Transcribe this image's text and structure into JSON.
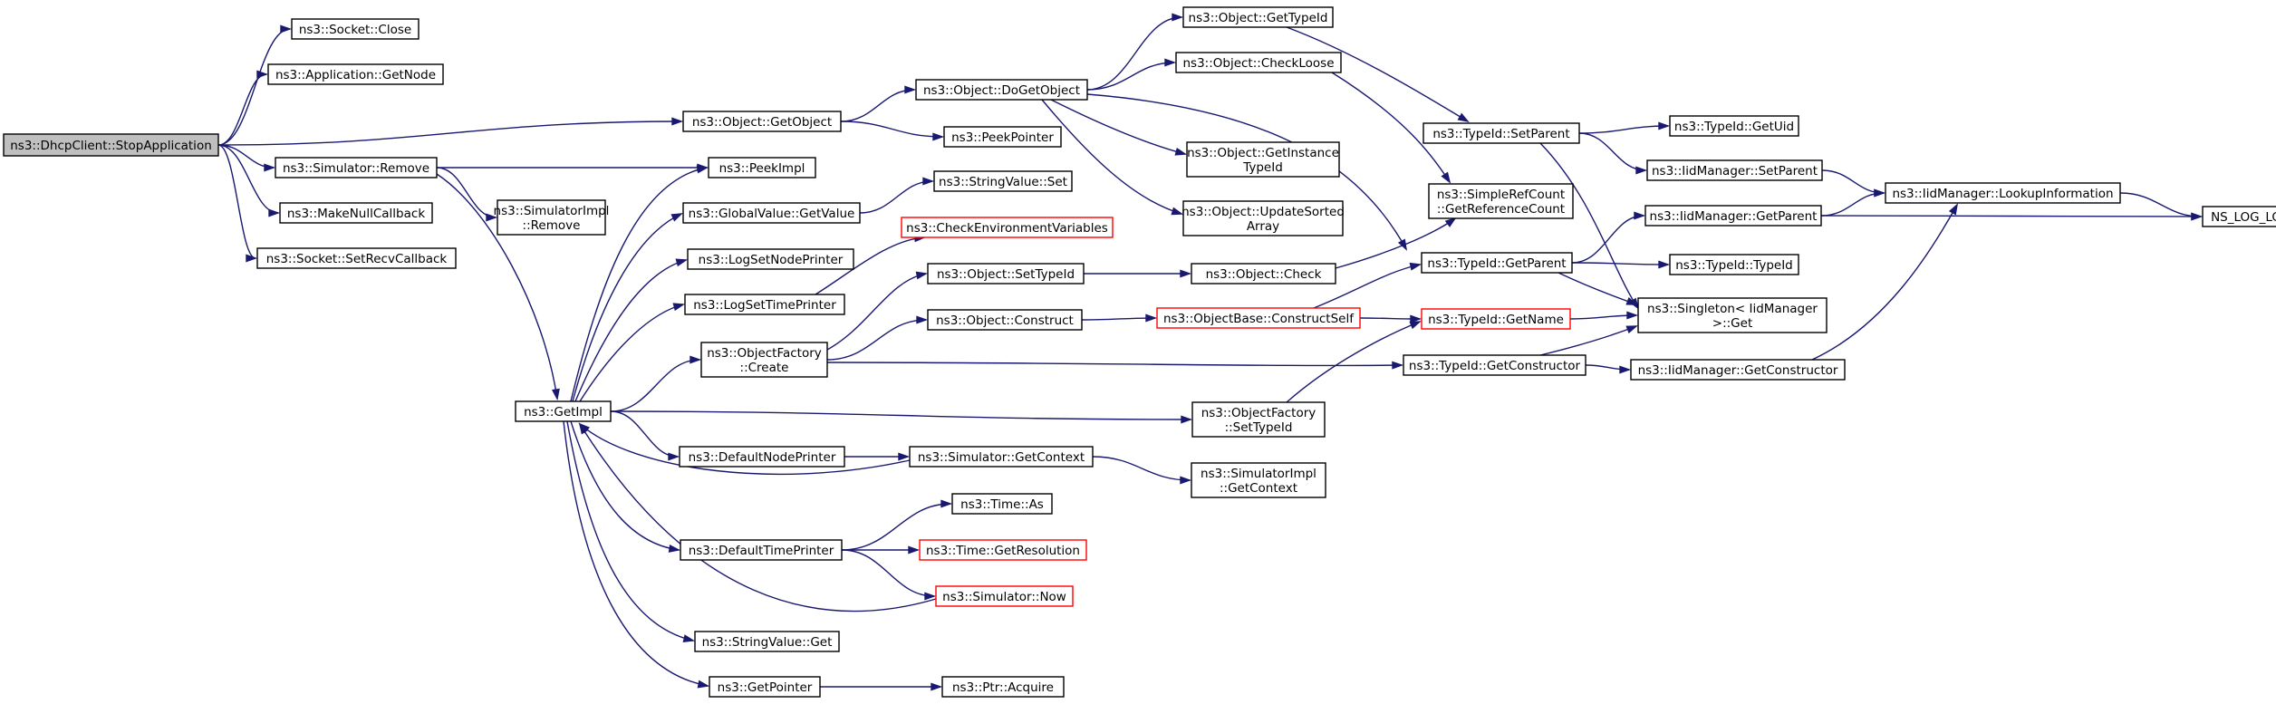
{
  "colors": {
    "edge": "#191970",
    "normal_border": "#000000",
    "truncated_border": "#ff0000",
    "root_fill": "#bfbfbf",
    "fill": "#ffffff"
  },
  "nodes": [
    {
      "id": "n_stopapp",
      "lines": [
        "ns3::DhcpClient::StopApplication"
      ],
      "style": "root"
    },
    {
      "id": "n_sockclose",
      "lines": [
        "ns3::Socket::Close"
      ],
      "style": "normal"
    },
    {
      "id": "n_appgetnode",
      "lines": [
        "ns3::Application::GetNode"
      ],
      "style": "normal"
    },
    {
      "id": "n_simremove",
      "lines": [
        "ns3::Simulator::Remove"
      ],
      "style": "normal"
    },
    {
      "id": "n_makenull",
      "lines": [
        "ns3::MakeNullCallback"
      ],
      "style": "normal"
    },
    {
      "id": "n_setrecv",
      "lines": [
        "ns3::Socket::SetRecvCallback"
      ],
      "style": "normal"
    },
    {
      "id": "n_simimplremove",
      "lines": [
        "ns3::SimulatorImpl",
        "::Remove"
      ],
      "style": "normal"
    },
    {
      "id": "n_getimpl",
      "lines": [
        "ns3::GetImpl"
      ],
      "style": "normal"
    },
    {
      "id": "n_getobject",
      "lines": [
        "ns3::Object::GetObject"
      ],
      "style": "normal"
    },
    {
      "id": "n_peekimpl",
      "lines": [
        "ns3::PeekImpl"
      ],
      "style": "normal"
    },
    {
      "id": "n_gvgetvalue",
      "lines": [
        "ns3::GlobalValue::GetValue"
      ],
      "style": "normal"
    },
    {
      "id": "n_logsetnode",
      "lines": [
        "ns3::LogSetNodePrinter"
      ],
      "style": "normal"
    },
    {
      "id": "n_logsettime",
      "lines": [
        "ns3::LogSetTimePrinter"
      ],
      "style": "normal"
    },
    {
      "id": "n_ofcreate",
      "lines": [
        "ns3::ObjectFactory",
        "::Create"
      ],
      "style": "normal"
    },
    {
      "id": "n_defnodeprinter",
      "lines": [
        "ns3::DefaultNodePrinter"
      ],
      "style": "normal"
    },
    {
      "id": "n_deftimeprinter",
      "lines": [
        "ns3::DefaultTimePrinter"
      ],
      "style": "normal"
    },
    {
      "id": "n_svget",
      "lines": [
        "ns3::StringValue::Get"
      ],
      "style": "normal"
    },
    {
      "id": "n_getpointer",
      "lines": [
        "ns3::GetPointer"
      ],
      "style": "normal"
    },
    {
      "id": "n_dogetobject",
      "lines": [
        "ns3::Object::DoGetObject"
      ],
      "style": "normal"
    },
    {
      "id": "n_peekpointer",
      "lines": [
        "ns3::PeekPointer"
      ],
      "style": "normal"
    },
    {
      "id": "n_svset",
      "lines": [
        "ns3::StringValue::Set"
      ],
      "style": "normal"
    },
    {
      "id": "n_checkenv",
      "lines": [
        "ns3::CheckEnvironmentVariables"
      ],
      "style": "truncated"
    },
    {
      "id": "n_objsettypeid",
      "lines": [
        "ns3::Object::SetTypeId"
      ],
      "style": "normal"
    },
    {
      "id": "n_objconstruct",
      "lines": [
        "ns3::Object::Construct"
      ],
      "style": "normal"
    },
    {
      "id": "n_simgetcontext",
      "lines": [
        "ns3::Simulator::GetContext"
      ],
      "style": "normal"
    },
    {
      "id": "n_timeas",
      "lines": [
        "ns3::Time::As"
      ],
      "style": "normal"
    },
    {
      "id": "n_timegetres",
      "lines": [
        "ns3::Time::GetResolution"
      ],
      "style": "truncated"
    },
    {
      "id": "n_simnow",
      "lines": [
        "ns3::Simulator::Now"
      ],
      "style": "truncated"
    },
    {
      "id": "n_ptracquire",
      "lines": [
        "ns3::Ptr::Acquire"
      ],
      "style": "normal"
    },
    {
      "id": "n_objgettypeid",
      "lines": [
        "ns3::Object::GetTypeId"
      ],
      "style": "normal"
    },
    {
      "id": "n_objcheckloose",
      "lines": [
        "ns3::Object::CheckLoose"
      ],
      "style": "normal"
    },
    {
      "id": "n_objgetinsttypeid",
      "lines": [
        "ns3::Object::GetInstance",
        "TypeId"
      ],
      "style": "normal"
    },
    {
      "id": "n_objupdsorted",
      "lines": [
        "ns3::Object::UpdateSorted",
        "Array"
      ],
      "style": "normal"
    },
    {
      "id": "n_objcheck",
      "lines": [
        "ns3::Object::Check"
      ],
      "style": "normal"
    },
    {
      "id": "n_objbaseconstruct",
      "lines": [
        "ns3::ObjectBase::ConstructSelf"
      ],
      "style": "truncated"
    },
    {
      "id": "n_ofsettypeid",
      "lines": [
        "ns3::ObjectFactory",
        "::SetTypeId"
      ],
      "style": "normal"
    },
    {
      "id": "n_simimplgetctx",
      "lines": [
        "ns3::SimulatorImpl",
        "::GetContext"
      ],
      "style": "normal"
    },
    {
      "id": "n_typeidsetparent",
      "lines": [
        "ns3::TypeId::SetParent"
      ],
      "style": "normal"
    },
    {
      "id": "n_simplerefcount",
      "lines": [
        "ns3::SimpleRefCount",
        "::GetReferenceCount"
      ],
      "style": "normal"
    },
    {
      "id": "n_typeidgetparent",
      "lines": [
        "ns3::TypeId::GetParent"
      ],
      "style": "normal"
    },
    {
      "id": "n_typeidgetname",
      "lines": [
        "ns3::TypeId::GetName"
      ],
      "style": "truncated"
    },
    {
      "id": "n_typeidgetctor",
      "lines": [
        "ns3::TypeId::GetConstructor"
      ],
      "style": "normal"
    },
    {
      "id": "n_typeidgetuid",
      "lines": [
        "ns3::TypeId::GetUid"
      ],
      "style": "normal"
    },
    {
      "id": "n_iidsetparent",
      "lines": [
        "ns3::IidManager::SetParent"
      ],
      "style": "normal"
    },
    {
      "id": "n_iidgetparent",
      "lines": [
        "ns3::IidManager::GetParent"
      ],
      "style": "normal"
    },
    {
      "id": "n_typeidtypeid",
      "lines": [
        "ns3::TypeId::TypeId"
      ],
      "style": "normal"
    },
    {
      "id": "n_singletonget",
      "lines": [
        "ns3::Singleton< IidManager",
        " >::Get"
      ],
      "style": "normal"
    },
    {
      "id": "n_iidgetctor",
      "lines": [
        "ns3::IidManager::GetConstructor"
      ],
      "style": "normal"
    },
    {
      "id": "n_iidlookup",
      "lines": [
        "ns3::IidManager::LookupInformation"
      ],
      "style": "normal"
    },
    {
      "id": "n_nslog",
      "lines": [
        "NS_LOG_LOGIC"
      ],
      "style": "normal"
    }
  ],
  "edges": [
    [
      "n_stopapp",
      "n_sockclose"
    ],
    [
      "n_stopapp",
      "n_appgetnode"
    ],
    [
      "n_stopapp",
      "n_getobject"
    ],
    [
      "n_stopapp",
      "n_simremove"
    ],
    [
      "n_stopapp",
      "n_makenull"
    ],
    [
      "n_stopapp",
      "n_setrecv"
    ],
    [
      "n_simremove",
      "n_peekimpl"
    ],
    [
      "n_simremove",
      "n_simimplremove"
    ],
    [
      "n_simremove",
      "n_getimpl"
    ],
    [
      "n_getimpl",
      "n_peekimpl"
    ],
    [
      "n_getimpl",
      "n_gvgetvalue"
    ],
    [
      "n_getimpl",
      "n_logsetnode"
    ],
    [
      "n_getimpl",
      "n_logsettime"
    ],
    [
      "n_getimpl",
      "n_ofcreate"
    ],
    [
      "n_getimpl",
      "n_ofsettypeid"
    ],
    [
      "n_getimpl",
      "n_defnodeprinter"
    ],
    [
      "n_getimpl",
      "n_deftimeprinter"
    ],
    [
      "n_getimpl",
      "n_svget"
    ],
    [
      "n_getimpl",
      "n_getpointer"
    ],
    [
      "n_simgetcontext",
      "n_getimpl"
    ],
    [
      "n_simnow",
      "n_getimpl"
    ],
    [
      "n_getobject",
      "n_dogetobject"
    ],
    [
      "n_getobject",
      "n_peekpointer"
    ],
    [
      "n_gvgetvalue",
      "n_svset"
    ],
    [
      "n_logsettime",
      "n_checkenv"
    ],
    [
      "n_ofcreate",
      "n_objsettypeid"
    ],
    [
      "n_ofcreate",
      "n_objconstruct"
    ],
    [
      "n_ofcreate",
      "n_typeidgetctor"
    ],
    [
      "n_defnodeprinter",
      "n_simgetcontext"
    ],
    [
      "n_deftimeprinter",
      "n_timeas"
    ],
    [
      "n_deftimeprinter",
      "n_timegetres"
    ],
    [
      "n_deftimeprinter",
      "n_simnow"
    ],
    [
      "n_getpointer",
      "n_ptracquire"
    ],
    [
      "n_dogetobject",
      "n_objgettypeid"
    ],
    [
      "n_dogetobject",
      "n_objcheckloose"
    ],
    [
      "n_dogetobject",
      "n_objgetinsttypeid"
    ],
    [
      "n_dogetobject",
      "n_objupdsorted"
    ],
    [
      "n_dogetobject",
      "n_typeidgetparent"
    ],
    [
      "n_objsettypeid",
      "n_objcheck"
    ],
    [
      "n_objconstruct",
      "n_objbaseconstruct"
    ],
    [
      "n_simgetcontext",
      "n_simimplgetctx"
    ],
    [
      "n_objgettypeid",
      "n_typeidsetparent"
    ],
    [
      "n_objcheckloose",
      "n_simplerefcount"
    ],
    [
      "n_objcheck",
      "n_simplerefcount"
    ],
    [
      "n_objbaseconstruct",
      "n_typeidgetparent"
    ],
    [
      "n_objbaseconstruct",
      "n_typeidgetname"
    ],
    [
      "n_ofsettypeid",
      "n_typeidgetname"
    ],
    [
      "n_typeidsetparent",
      "n_typeidgetuid"
    ],
    [
      "n_typeidsetparent",
      "n_iidsetparent"
    ],
    [
      "n_typeidsetparent",
      "n_singletonget"
    ],
    [
      "n_typeidgetparent",
      "n_iidgetparent"
    ],
    [
      "n_typeidgetparent",
      "n_typeidtypeid"
    ],
    [
      "n_typeidgetparent",
      "n_singletonget"
    ],
    [
      "n_typeidgetname",
      "n_singletonget"
    ],
    [
      "n_typeidgetctor",
      "n_singletonget"
    ],
    [
      "n_typeidgetctor",
      "n_iidgetctor"
    ],
    [
      "n_iidsetparent",
      "n_iidlookup"
    ],
    [
      "n_iidgetparent",
      "n_iidlookup"
    ],
    [
      "n_iidgetparent",
      "n_nslog"
    ],
    [
      "n_iidgetctor",
      "n_iidlookup"
    ],
    [
      "n_iidlookup",
      "n_nslog"
    ]
  ]
}
